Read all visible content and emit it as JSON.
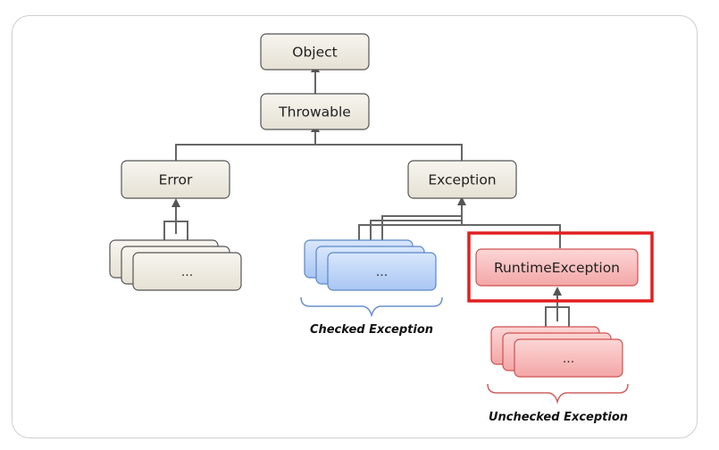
{
  "nodes": {
    "object": "Object",
    "throwable": "Throwable",
    "error": "Error",
    "exception": "Exception",
    "runtime": "RuntimeException",
    "error_children": "...",
    "checked_children": "...",
    "unchecked_children": "..."
  },
  "captions": {
    "checked": "Checked Exception",
    "unchecked": "Unchecked Exception"
  },
  "colors": {
    "beige_fill": "#efebe2",
    "blue_fill": "#bcd4f6",
    "red_fill": "#f7b8b8",
    "highlight": "#e02020",
    "connector": "#666666"
  }
}
